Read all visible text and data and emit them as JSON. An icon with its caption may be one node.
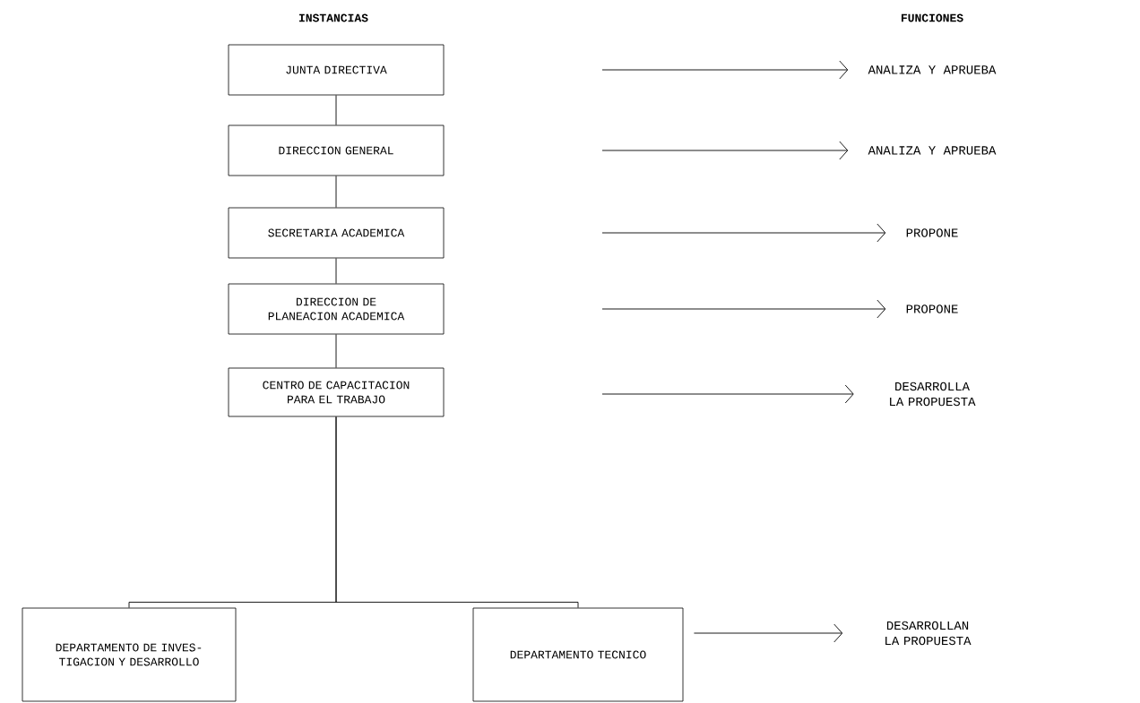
{
  "diagram": {
    "nodes": [
      {
        "text": [
          "JUNTA DIRECTIVA"
        ]
      },
      {
        "text": [
          "DIRECCION GENERAL"
        ]
      },
      {
        "text": [
          "SECRETARIA ACADEMICA"
        ]
      },
      {
        "text": [
          "DIRECCION DE PLANEACION ACADEMICA"
        ]
      },
      {
        "text": [
          "CENTRO DE CAPACITACION PARA EL TRABAJO"
        ]
      },
      {
        "text": [
          "DEPARTAMENTO DE INVES- TIGACION Y DESARROLLO"
        ]
      },
      {
        "text": [
          "DEPARTAMENTO TECNICO"
        ]
      },
      {
        "text": [
          "ANALIZA Y APRUEBA"
        ]
      },
      {
        "text": [
          "ANALIZA Y APRUEBA"
        ]
      },
      {
        "text": [
          "PROPONE"
        ]
      },
      {
        "text": [
          "PROPONE"
        ]
      },
      {
        "text": [
          "DESARROLLA LA PROPUESTA"
        ]
      },
      {
        "text": [
          "DESARROLLAN LA PROPUESTA"
        ]
      }
    ],
    "edges": [
      {
        "from": 0,
        "to": 1,
        "arrow": "none"
      },
      {
        "from": 1,
        "to": 2,
        "arrow": "none"
      },
      {
        "from": 2,
        "to": 3,
        "arrow": "none"
      },
      {
        "from": 3,
        "to": 4,
        "arrow": "none"
      },
      {
        "from": 4,
        "to": 5,
        "arrow": "none"
      },
      {
        "from": 4,
        "to": 6,
        "arrow": "none"
      },
      {
        "from": null,
        "to": 7,
        "arrow": "to"
      },
      {
        "from": null,
        "to": 8,
        "arrow": "to"
      },
      {
        "from": null,
        "to": 9,
        "arrow": "to"
      },
      {
        "from": null,
        "to": 10,
        "arrow": "to"
      },
      {
        "from": null,
        "to": 11,
        "arrow": "to"
      },
      {
        "from": 6,
        "to": 12,
        "arrow": "to"
      }
    ],
    "labels": [
      "INSTANCIAS",
      "FUNCIONES"
    ]
  }
}
